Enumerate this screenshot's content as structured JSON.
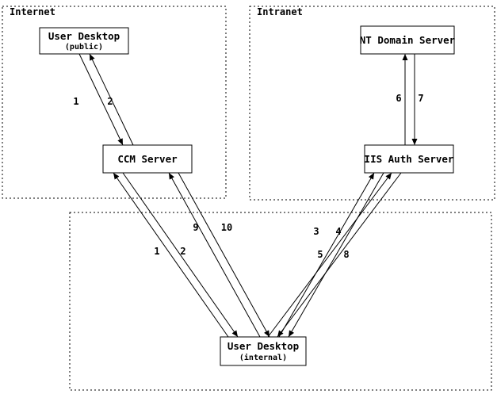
{
  "diagram": {
    "zones": {
      "internet": {
        "label": "Internet"
      },
      "intranet": {
        "label": "Intranet"
      }
    },
    "nodes": {
      "user_desktop_public": {
        "label": "User Desktop",
        "sublabel": "(public)"
      },
      "ccm_server": {
        "label": "CCM Server"
      },
      "nt_domain_server": {
        "label": "NT Domain Server"
      },
      "iis_auth_server": {
        "label": "IIS Auth Server"
      },
      "user_desktop_internal": {
        "label": "User Desktop",
        "sublabel": "(internal)"
      }
    },
    "edges": [
      {
        "label": "1",
        "from": "user_desktop_public",
        "to": "ccm_server"
      },
      {
        "label": "2",
        "from": "ccm_server",
        "to": "user_desktop_public"
      },
      {
        "label": "1",
        "from": "user_desktop_internal",
        "to": "ccm_server"
      },
      {
        "label": "2",
        "from": "ccm_server",
        "to": "user_desktop_internal"
      },
      {
        "label": "3",
        "from": "user_desktop_internal",
        "to": "iis_auth_server"
      },
      {
        "label": "4",
        "from": "iis_auth_server",
        "to": "user_desktop_internal"
      },
      {
        "label": "5",
        "from": "user_desktop_internal",
        "to": "iis_auth_server"
      },
      {
        "label": "6",
        "from": "iis_auth_server",
        "to": "nt_domain_server"
      },
      {
        "label": "7",
        "from": "nt_domain_server",
        "to": "iis_auth_server"
      },
      {
        "label": "8",
        "from": "iis_auth_server",
        "to": "user_desktop_internal"
      },
      {
        "label": "9",
        "from": "user_desktop_internal",
        "to": "ccm_server"
      },
      {
        "label": "10",
        "from": "ccm_server",
        "to": "user_desktop_internal"
      }
    ]
  }
}
